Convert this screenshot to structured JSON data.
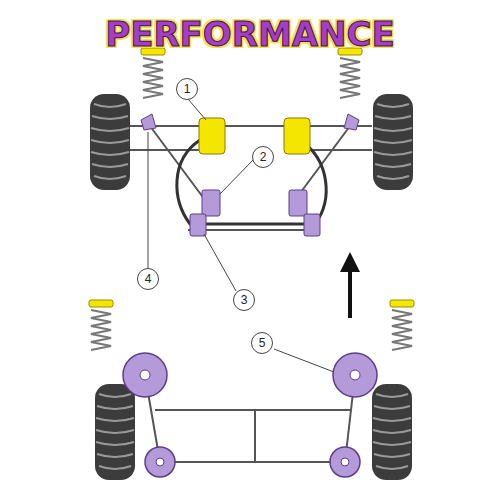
{
  "diagram": {
    "title": "PERFORMANCE",
    "labels": [
      "1",
      "2",
      "3",
      "4",
      "5"
    ]
  }
}
